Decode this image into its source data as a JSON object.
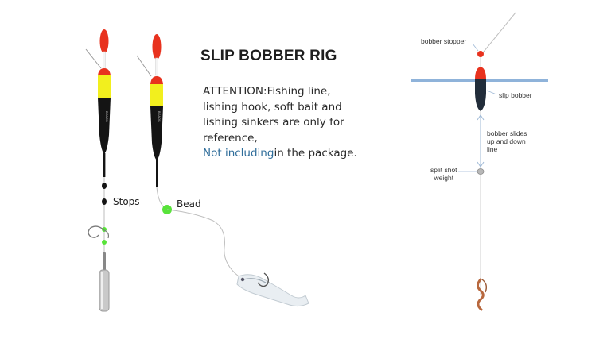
{
  "title": "SLIP BOBBER RIG",
  "notice": {
    "lines": [
      "ATTENTION:Fishing line,",
      "lishing hook, soft bait and",
      "lishing sinkers are only for",
      "reference,"
    ],
    "highlight": "Not including",
    "highlight_rest": "in the package."
  },
  "photo_labels": {
    "stops": "Stops",
    "bead": "Bead"
  },
  "float_brand": "BEADS",
  "diagram": {
    "bobber_stopper": "bobber stopper",
    "slip_bobber": "slip bobber",
    "slides_line1": "bobber slides",
    "slides_line2": "up and down",
    "slides_line3": "line",
    "split_shot_line1": "split shot",
    "split_shot_line2": "weight"
  },
  "colors": {
    "float_red": "#e8321e",
    "float_yellow": "#f2ef1e",
    "float_black": "#141414",
    "bead_green": "#58e33a",
    "water": "#8fb3da",
    "arrow": "#9fb9d6"
  }
}
